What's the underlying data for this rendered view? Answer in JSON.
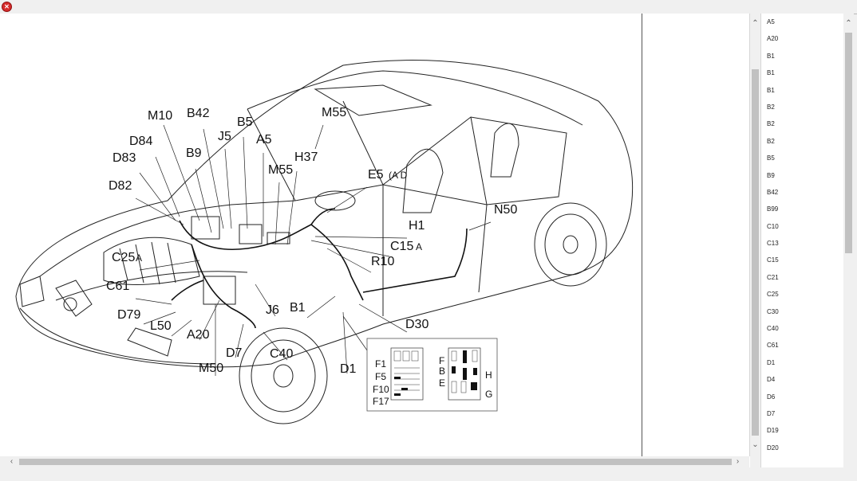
{
  "window": {
    "close_glyph": "✕"
  },
  "callouts": [
    {
      "id": "M10",
      "text": "M10"
    },
    {
      "id": "B42",
      "text": "B42"
    },
    {
      "id": "B5",
      "text": "B5"
    },
    {
      "id": "M55a",
      "text": "M55"
    },
    {
      "id": "D84",
      "text": "D84"
    },
    {
      "id": "J5",
      "text": "J5"
    },
    {
      "id": "A5",
      "text": "A5"
    },
    {
      "id": "D83",
      "text": "D83"
    },
    {
      "id": "B9",
      "text": "B9"
    },
    {
      "id": "H37",
      "text": "H37"
    },
    {
      "id": "M55b",
      "text": "M55"
    },
    {
      "id": "D82",
      "text": "D82"
    },
    {
      "id": "E5",
      "text": "E5"
    },
    {
      "id": "E5s",
      "text": "(A D"
    },
    {
      "id": "N50",
      "text": "N50"
    },
    {
      "id": "H1",
      "text": "H1"
    },
    {
      "id": "C15",
      "text": "C15"
    },
    {
      "id": "C15s",
      "text": "A"
    },
    {
      "id": "C25",
      "text": "C25"
    },
    {
      "id": "C25s",
      "text": "A"
    },
    {
      "id": "R10",
      "text": "R10"
    },
    {
      "id": "C61",
      "text": "C61"
    },
    {
      "id": "J6",
      "text": "J6"
    },
    {
      "id": "B1",
      "text": "B1"
    },
    {
      "id": "D79",
      "text": "D79"
    },
    {
      "id": "D30",
      "text": "D30"
    },
    {
      "id": "L50",
      "text": "L50"
    },
    {
      "id": "A20",
      "text": "A20"
    },
    {
      "id": "D7",
      "text": "D7"
    },
    {
      "id": "C40",
      "text": "C40"
    },
    {
      "id": "M50",
      "text": "M50"
    },
    {
      "id": "D1",
      "text": "D1"
    }
  ],
  "fusebox": {
    "left_labels": [
      "F1",
      "F5",
      "F10",
      "F17"
    ],
    "right_labels": [
      "F",
      "B",
      "E",
      "H",
      "G"
    ]
  },
  "component_list": [
    "A5",
    "A20",
    "B1",
    "B1",
    "B1",
    "B2",
    "B2",
    "B2",
    "B5",
    "B9",
    "B42",
    "B99",
    "C10",
    "C13",
    "C15",
    "C21",
    "C25",
    "C30",
    "C40",
    "C61",
    "D1",
    "D4",
    "D6",
    "D7",
    "D19",
    "D20"
  ],
  "scroll": {
    "up": "⌃",
    "down": "⌄",
    "left": "‹",
    "right": "›"
  }
}
